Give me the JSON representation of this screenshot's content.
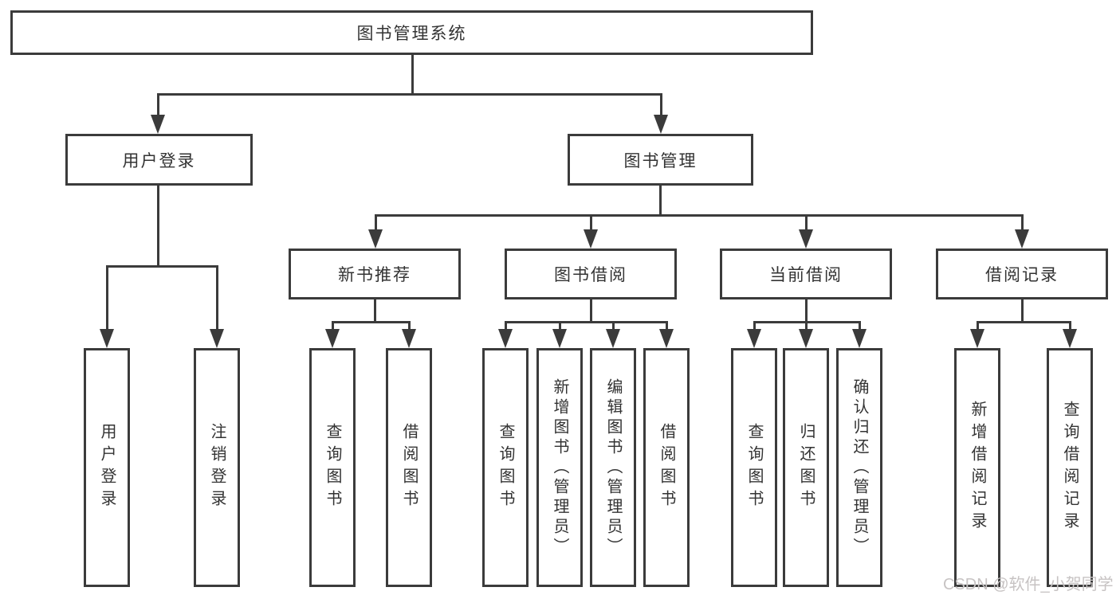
{
  "nodes": {
    "root": "图书管理系统",
    "user_login": "用户登录",
    "book_mgmt": "图书管理",
    "new_books": "新书推荐",
    "book_borrow": "图书借阅",
    "current_borrow": "当前借阅",
    "borrow_records": "借阅记录",
    "leaves": {
      "user": [
        "用户登录",
        "注销登录"
      ],
      "newbook": [
        "查询图书",
        "借阅图书"
      ],
      "borrow": [
        "查询图书",
        "新增图书（管理员）",
        "编辑图书（管理员）",
        "借阅图书"
      ],
      "current": [
        "查询图书",
        "归还图书",
        "确认归还（管理员）"
      ],
      "records": [
        "新增借阅记录",
        "查询借阅记录"
      ]
    }
  },
  "watermark": "CSDN @软件_小贺同学",
  "colors": {
    "line": "#3b3b3b",
    "text": "#333333",
    "watermark": "#c7c3c3"
  }
}
